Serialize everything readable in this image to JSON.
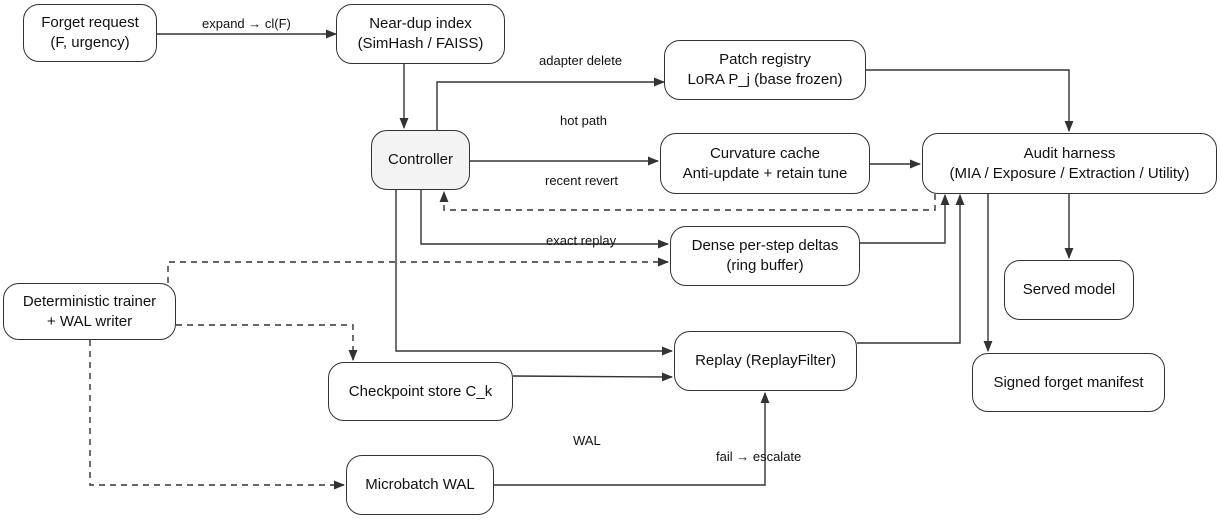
{
  "nodes": {
    "forget_request": [
      "Forget request",
      "(F, urgency)"
    ],
    "near_dup_index": [
      "Near-dup index",
      "(SimHash / FAISS)"
    ],
    "patch_registry": [
      "Patch registry",
      "LoRA P_j (base frozen)"
    ],
    "controller": [
      "Controller"
    ],
    "curvature_cache": [
      "Curvature cache",
      "Anti-update + retain tune"
    ],
    "audit_harness": [
      "Audit harness",
      "(MIA / Exposure / Extraction / Utility)"
    ],
    "dense_deltas": [
      "Dense per-step deltas",
      "(ring buffer)"
    ],
    "det_trainer": [
      "Deterministic trainer",
      "+ WAL writer"
    ],
    "served_model": [
      "Served model"
    ],
    "replay": [
      "Replay (ReplayFilter)"
    ],
    "checkpoint_store": [
      "Checkpoint store C_k"
    ],
    "signed_manifest": [
      "Signed forget manifest"
    ],
    "microbatch_wal": [
      "Microbatch WAL"
    ]
  },
  "edge_labels": {
    "expand": "expand → cl(F)",
    "adapter_delete": "adapter delete",
    "hot_path": "hot path",
    "recent_revert": "recent revert",
    "exact_replay": "exact replay",
    "wal": "WAL",
    "fail_escalate": "fail → escalate"
  },
  "colors": {
    "stroke": "#333333",
    "controller_fill": "#f3f3f3",
    "node_fill": "#ffffff"
  }
}
